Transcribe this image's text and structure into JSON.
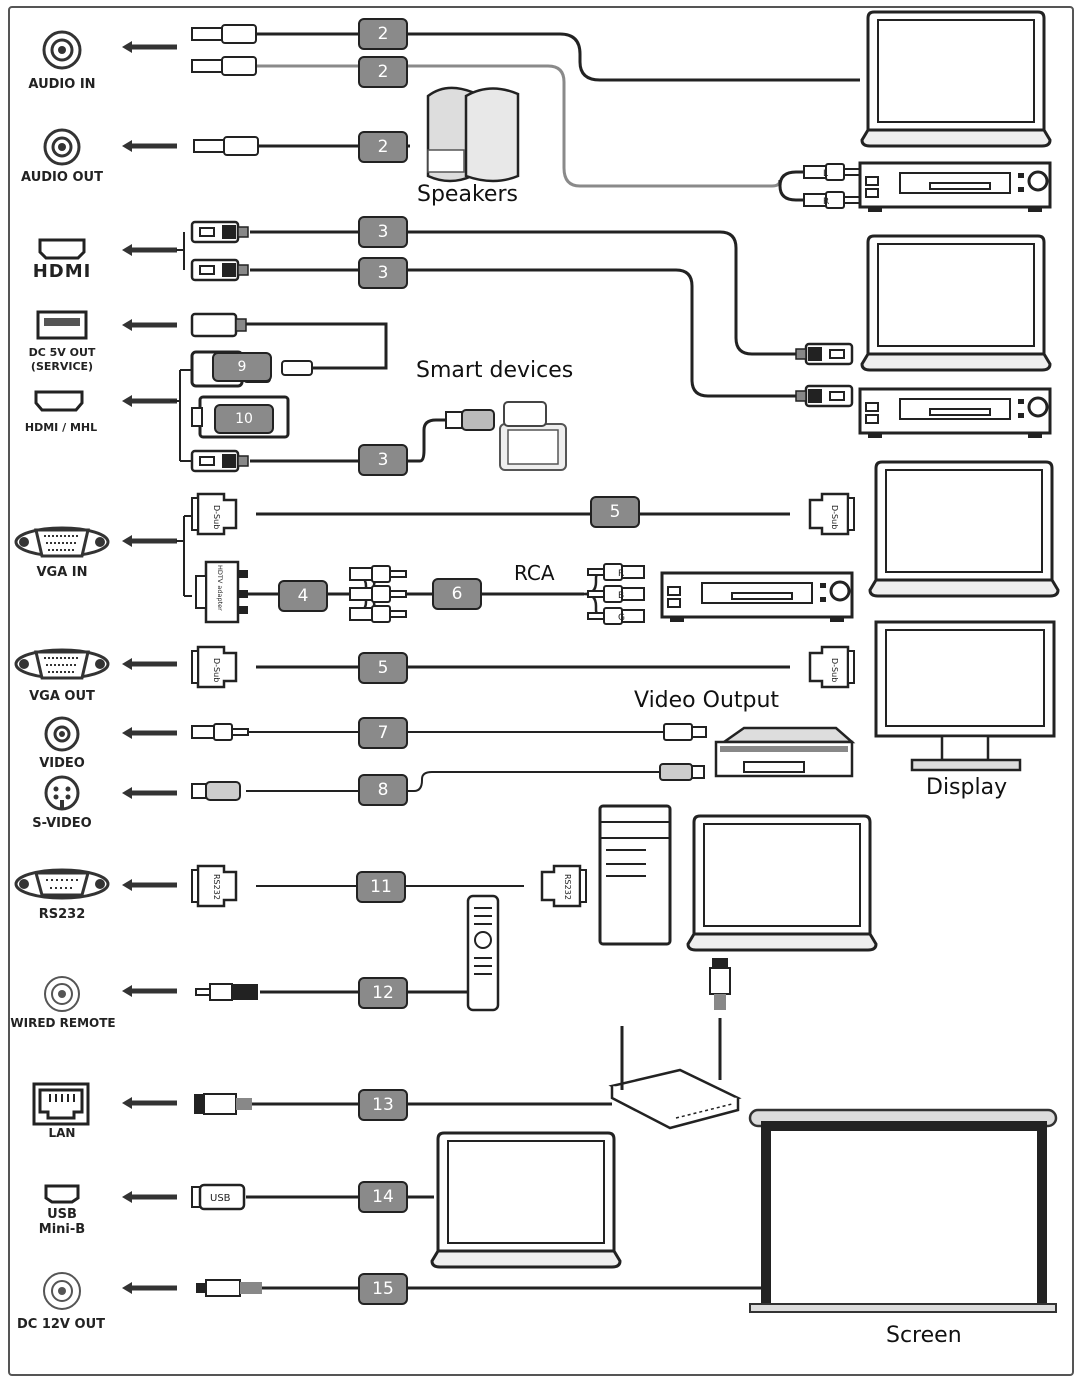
{
  "ports": {
    "audio_in": "AUDIO IN",
    "audio_out": "AUDIO OUT",
    "hdmi": "HDMI",
    "dc5v": "DC 5V OUT\n(SERVICE)",
    "hdmi_mhl": "HDMI / MHL",
    "vga_in": "VGA IN",
    "vga_out": "VGA OUT",
    "video": "VIDEO",
    "svideo": "S-VIDEO",
    "rs232": "RS232",
    "wired_remote": "WIRED REMOTE",
    "lan": "LAN",
    "usb": "USB\nMini-B",
    "dc12v": "DC 12V OUT"
  },
  "devices": {
    "speakers": "Speakers",
    "smart_devices": "Smart devices",
    "rca": "RCA",
    "video_output": "Video Output",
    "display": "Display",
    "screen": "Screen"
  },
  "cables": {
    "audio_in_1": "2",
    "audio_in_2": "2",
    "audio_out": "2",
    "hdmi_1": "3",
    "hdmi_2": "3",
    "mhl_dongle": "9",
    "mhl_stick": "10",
    "mhl_cable": "3",
    "vga_in_pc": "5",
    "vga_component": "4",
    "rca_component": "6",
    "vga_out": "5",
    "video": "7",
    "svideo": "8",
    "rs232": "11",
    "wired_remote": "12",
    "lan": "13",
    "usb": "14",
    "dc12v": "15"
  },
  "connectors": {
    "dsub": "D-Sub",
    "rs232": "RS232",
    "usb": "USB",
    "rca_l": "L",
    "rca_r": "R",
    "comp_r": "R",
    "comp_b": "B",
    "comp_g": "G",
    "hdtv_adapter": "HDTV adapter"
  },
  "colors": {
    "line": "#222222",
    "grey_line": "#8a8a8a",
    "badge": "#8a8a8a"
  }
}
